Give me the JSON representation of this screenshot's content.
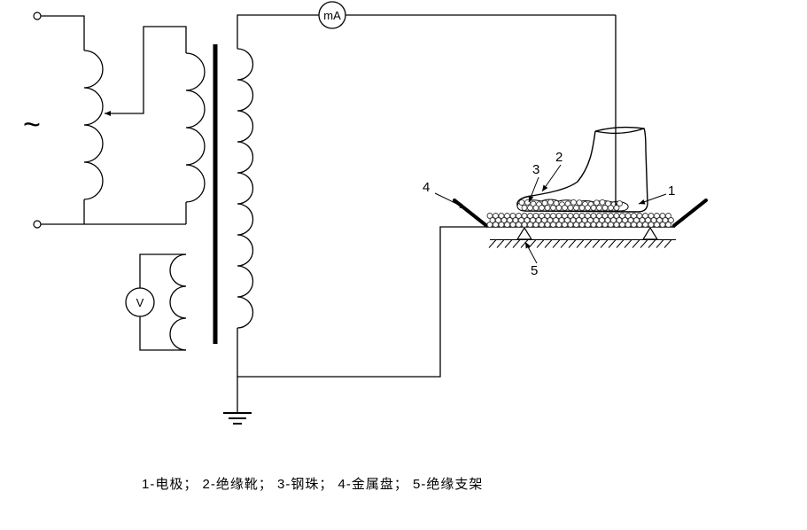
{
  "labels": {
    "ac_source": "~",
    "milliammeter": "mA",
    "voltmeter": "V",
    "callout_1": "1",
    "callout_2": "2",
    "callout_3": "3",
    "callout_4": "4",
    "callout_5": "5"
  },
  "caption": "1-电极； 2-绝缘靴； 3-钢珠； 4-金属盘； 5-绝缘支架",
  "colors": {
    "line": "#000000",
    "background": "#ffffff"
  }
}
